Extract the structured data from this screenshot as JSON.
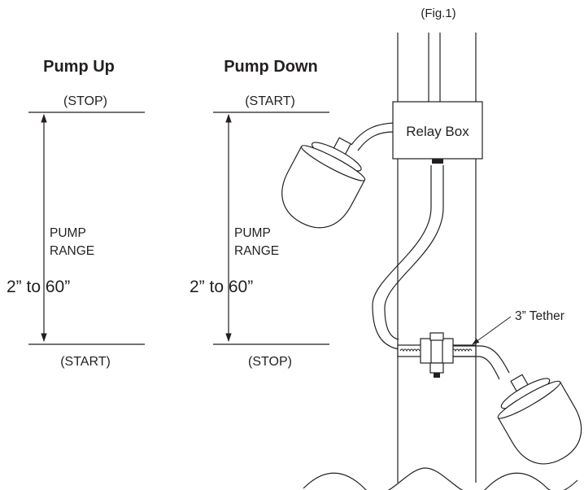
{
  "figure": {
    "label": "(Fig.1)"
  },
  "pump_up": {
    "heading": "Pump Up",
    "top_label": "(STOP)",
    "bottom_label": "(START)",
    "range_line1": "PUMP",
    "range_line2": "RANGE",
    "range_value": "2” to 60”"
  },
  "pump_down": {
    "heading": "Pump Down",
    "top_label": "(START)",
    "bottom_label": "(STOP)",
    "range_line1": "PUMP",
    "range_line2": "RANGE",
    "range_value": "2” to 60”"
  },
  "assembly": {
    "relay_box_label": "Relay Box",
    "tether_label": "3” Tether"
  }
}
